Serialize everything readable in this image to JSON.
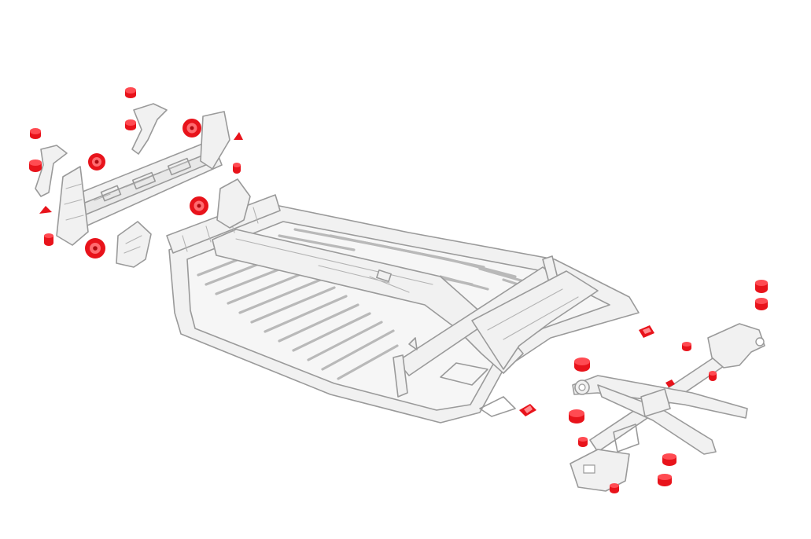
{
  "illustration": {
    "subject": "",
    "colors": {
      "background": "#ffffff",
      "line": "#9a9a9a",
      "fill": "#f1f1f1",
      "highlight": "#e8131b",
      "highlight_dark": "#b00a10"
    },
    "front_mounts": [
      {
        "kind": "bushing"
      },
      {
        "kind": "bushing"
      },
      {
        "kind": "bushing"
      },
      {
        "kind": "bushing"
      },
      {
        "kind": "bushing"
      },
      {
        "kind": "bushing"
      },
      {
        "kind": "bushing"
      },
      {
        "kind": "bump-stop"
      },
      {
        "kind": "bump-stop"
      },
      {
        "kind": "ring-mount"
      },
      {
        "kind": "ring-mount"
      },
      {
        "kind": "ring-mount"
      },
      {
        "kind": "ring-mount"
      }
    ],
    "rear_mounts": [
      {
        "kind": "bushing"
      },
      {
        "kind": "bushing"
      },
      {
        "kind": "bushing"
      },
      {
        "kind": "bushing"
      },
      {
        "kind": "bushing"
      },
      {
        "kind": "bushing"
      },
      {
        "kind": "bushing"
      },
      {
        "kind": "bushing"
      },
      {
        "kind": "bushing"
      },
      {
        "kind": "bushing"
      },
      {
        "kind": "pad"
      },
      {
        "kind": "pad"
      },
      {
        "kind": "pad"
      }
    ]
  }
}
